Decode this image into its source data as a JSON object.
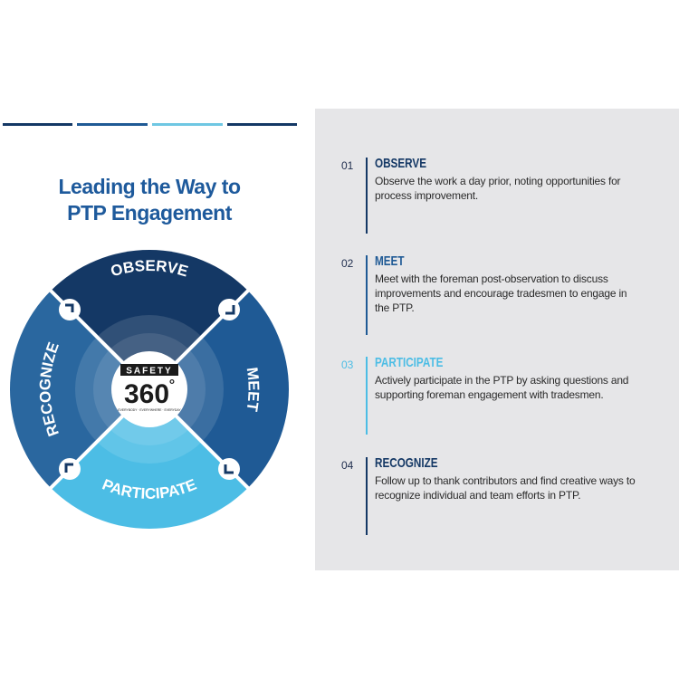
{
  "title": {
    "line1": "Leading the Way to",
    "line2": "PTP Engagement"
  },
  "colors": {
    "navy": "#143865",
    "mid_blue": "#1f5a95",
    "blue": "#2465a3",
    "light_blue": "#4cbde5",
    "title_blue": "#1e5a9c",
    "bar_light": "#6fc7e3",
    "panel_bg": "#e6e6e8"
  },
  "cycle": {
    "center_logo": {
      "top": "SAFETY",
      "number": "360",
      "degree": "°",
      "tagline": "EVERYBODY · EVERYWHERE · EVERYDAY"
    },
    "segments": [
      {
        "label": "OBSERVE",
        "color": "#143865"
      },
      {
        "label": "MEET",
        "color": "#1f5a95"
      },
      {
        "label": "PARTICIPATE",
        "color": "#4cbde5"
      },
      {
        "label": "RECOGNIZE",
        "color": "#2a679f"
      }
    ]
  },
  "steps": [
    {
      "number": "01",
      "title": "OBSERVE",
      "color": "#143865",
      "body": "Observe the work a day prior, noting opportunities for process improvement."
    },
    {
      "number": "02",
      "title": "MEET",
      "color": "#1f5a95",
      "body": "Meet with the foreman post-observation to discuss improvements and encourage tradesmen to engage in the PTP."
    },
    {
      "number": "03",
      "title": "PARTICIPATE",
      "color": "#4cbde5",
      "body": "Actively participate in the PTP by asking questions and supporting foreman engagement with tradesmen."
    },
    {
      "number": "04",
      "title": "RECOGNIZE",
      "color": "#143865",
      "body": "Follow up to thank contributors and find creative ways to recognize individual and team efforts in PTP."
    }
  ]
}
